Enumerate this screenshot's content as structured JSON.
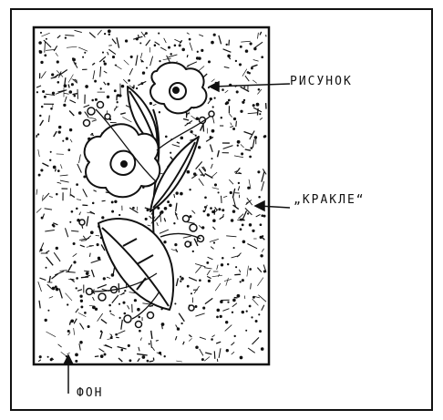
{
  "labels": {
    "pattern": "РИСУНОК",
    "craquelure": "„КРАКЛЕ“",
    "background": "ФОН"
  },
  "colors": {
    "ink": "#111111",
    "paper": "#ffffff"
  }
}
